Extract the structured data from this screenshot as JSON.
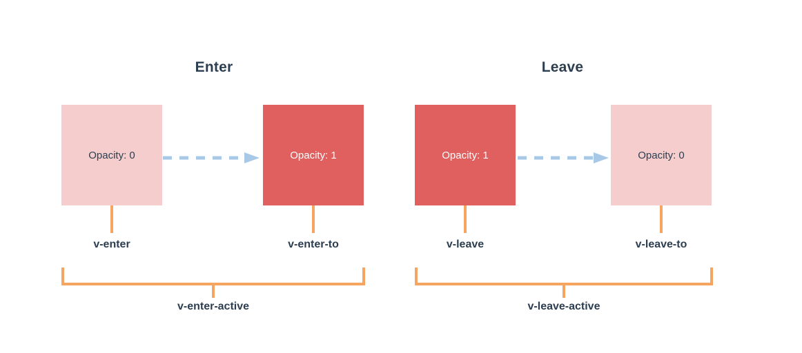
{
  "diagram": {
    "title_enter": "Enter",
    "title_leave": "Leave",
    "colors": {
      "background": "#ffffff",
      "box_light": "#f5cdcd",
      "box_solid": "#e06060",
      "arrow": "#a8c8e8",
      "connector": "#f5a55f",
      "text_dark": "#2c3e50",
      "text_light": "#ffffff"
    },
    "groups": [
      {
        "name": "enter",
        "title": "Enter",
        "from": {
          "value_label": "Opacity: 0",
          "class_name": "v-enter",
          "fill": "light"
        },
        "to": {
          "value_label": "Opacity: 1",
          "class_name": "v-enter-to",
          "fill": "solid"
        },
        "active_class": "v-enter-active"
      },
      {
        "name": "leave",
        "title": "Leave",
        "from": {
          "value_label": "Opacity: 1",
          "class_name": "v-leave",
          "fill": "solid"
        },
        "to": {
          "value_label": "Opacity: 0",
          "class_name": "v-leave-to",
          "fill": "light"
        },
        "active_class": "v-leave-active"
      }
    ]
  }
}
